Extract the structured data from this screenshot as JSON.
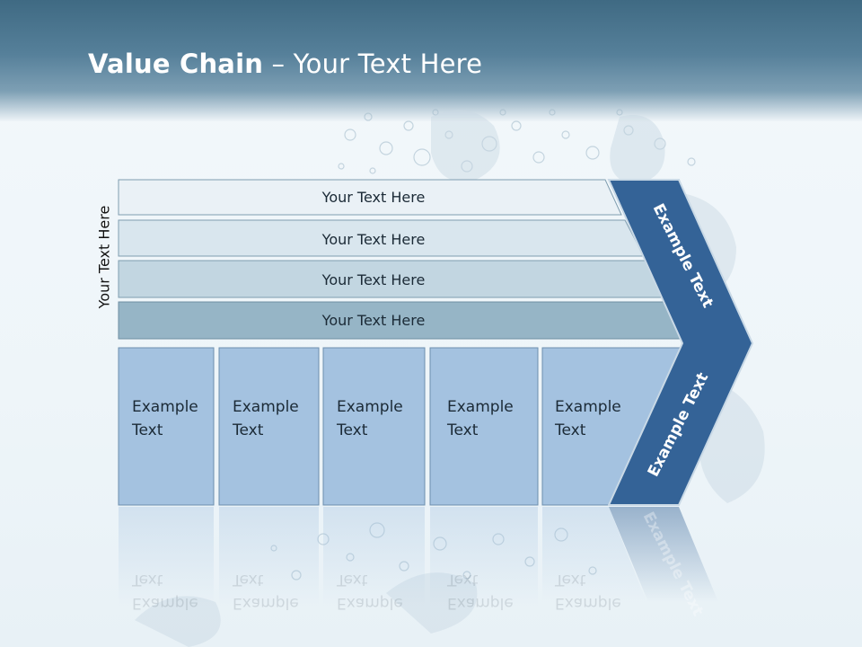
{
  "title": {
    "bold": "Value Chain",
    "rest": " – Your Text Here"
  },
  "side_label": "Your Text Here",
  "rows": [
    {
      "label": "Your Text Here"
    },
    {
      "label": "Your Text Here"
    },
    {
      "label": "Your Text Here"
    },
    {
      "label": "Your Text Here"
    }
  ],
  "cells": [
    {
      "line1": "Example",
      "line2": "Text"
    },
    {
      "line1": "Example",
      "line2": "Text"
    },
    {
      "line1": "Example",
      "line2": "Text"
    },
    {
      "line1": "Example",
      "line2": "Text"
    },
    {
      "line1": "Example",
      "line2": "Text"
    }
  ],
  "chevron": {
    "upper": "Example Text",
    "lower": "Example Text"
  },
  "colors": {
    "header": "#4a7590",
    "chevron": "#346397",
    "row1": "#eaf1f6",
    "row2": "#d9e6ee",
    "row3": "#c2d6e1",
    "row4": "#96b5c6",
    "cell": "#a4c2e0"
  }
}
